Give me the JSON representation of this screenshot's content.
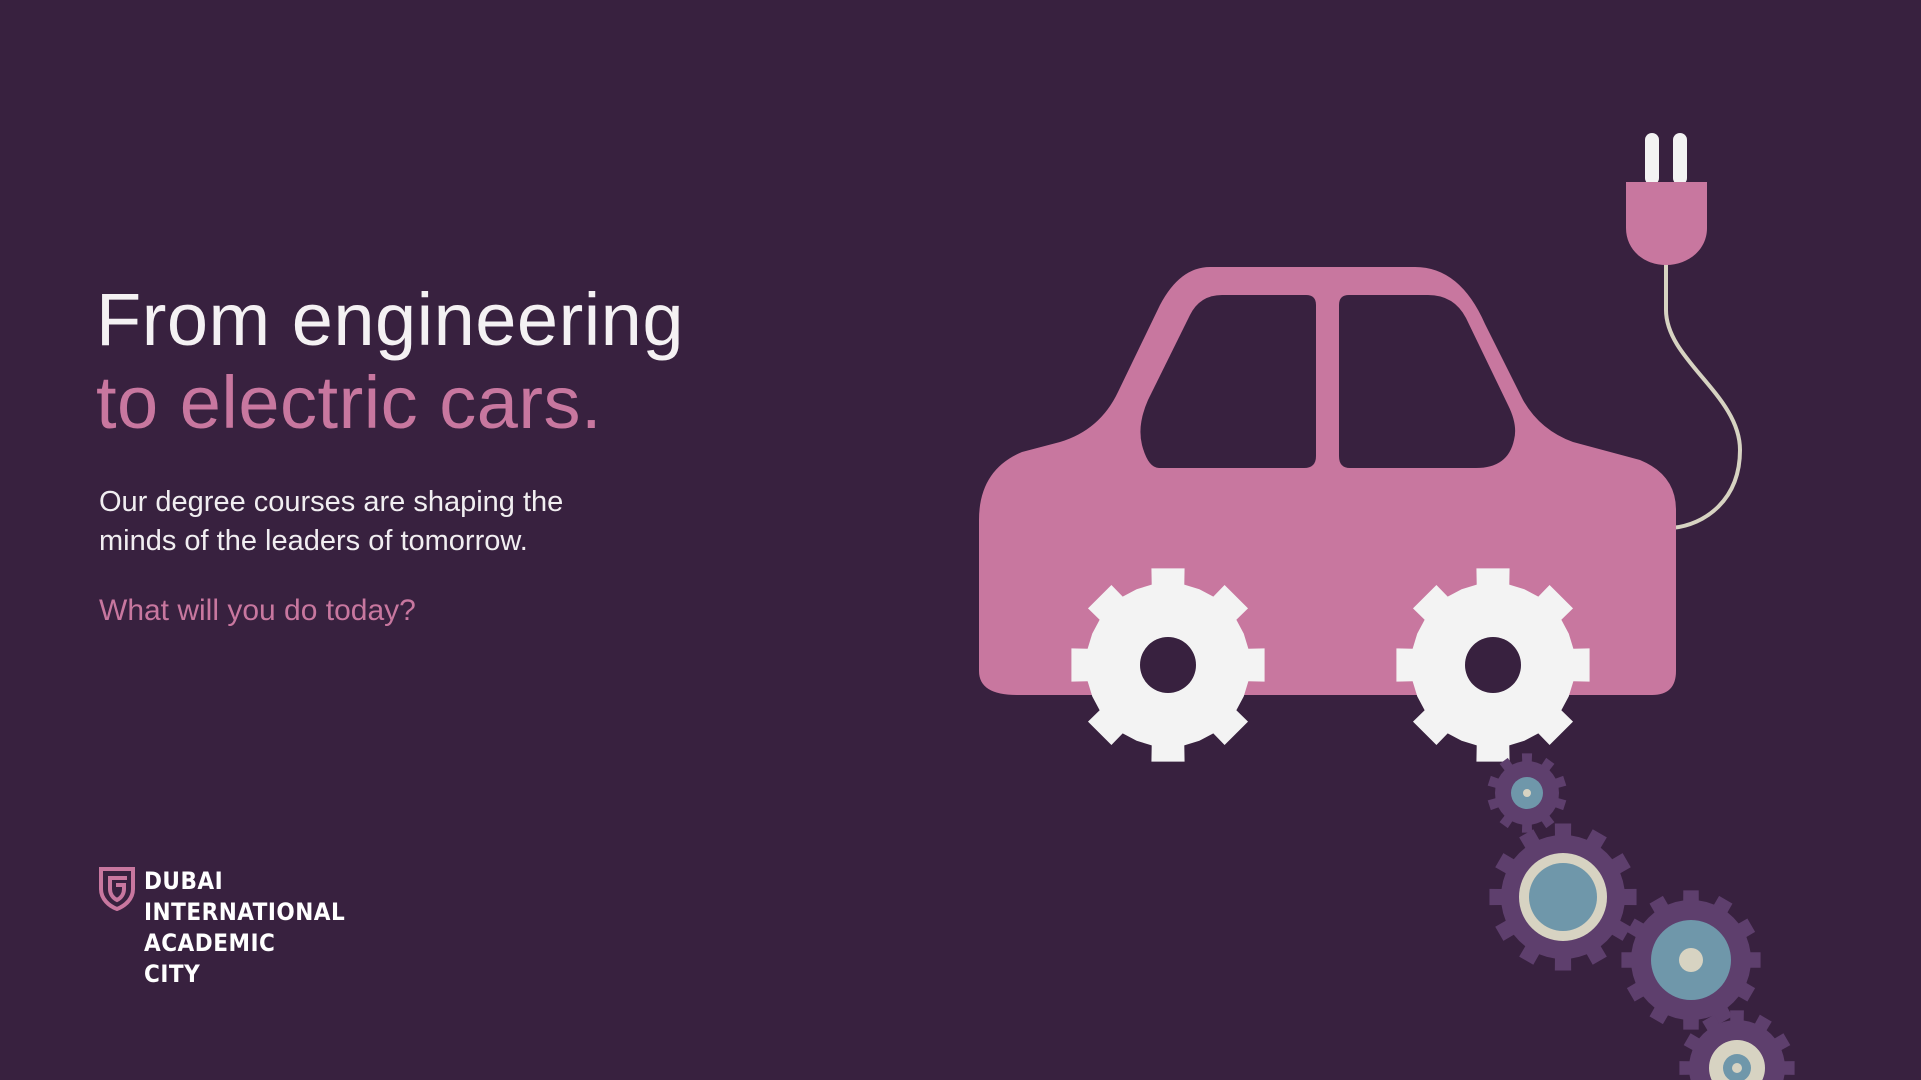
{
  "headline": {
    "line1": "From engineering",
    "line2": "to electric cars."
  },
  "body": {
    "line1": "Our degree courses are shaping the",
    "line2": "minds of the leaders of tomorrow."
  },
  "question": "What will you do today?",
  "logo": {
    "lines": [
      "DUBAI",
      "INTERNATIONAL",
      "ACADEMIC",
      "CITY"
    ],
    "icon": "shield-icon"
  },
  "illustration": {
    "icons": [
      "car-icon",
      "plug-icon",
      "gear-icon"
    ]
  },
  "colors": {
    "background": "#38213f",
    "accent_pink": "#c8779f",
    "text_light": "#f4f1f3",
    "gear_white": "#f3f3f3",
    "gear_purple": "#5e3f6d",
    "gear_blue": "#6f97aa",
    "gear_cream": "#d7d3c2"
  }
}
